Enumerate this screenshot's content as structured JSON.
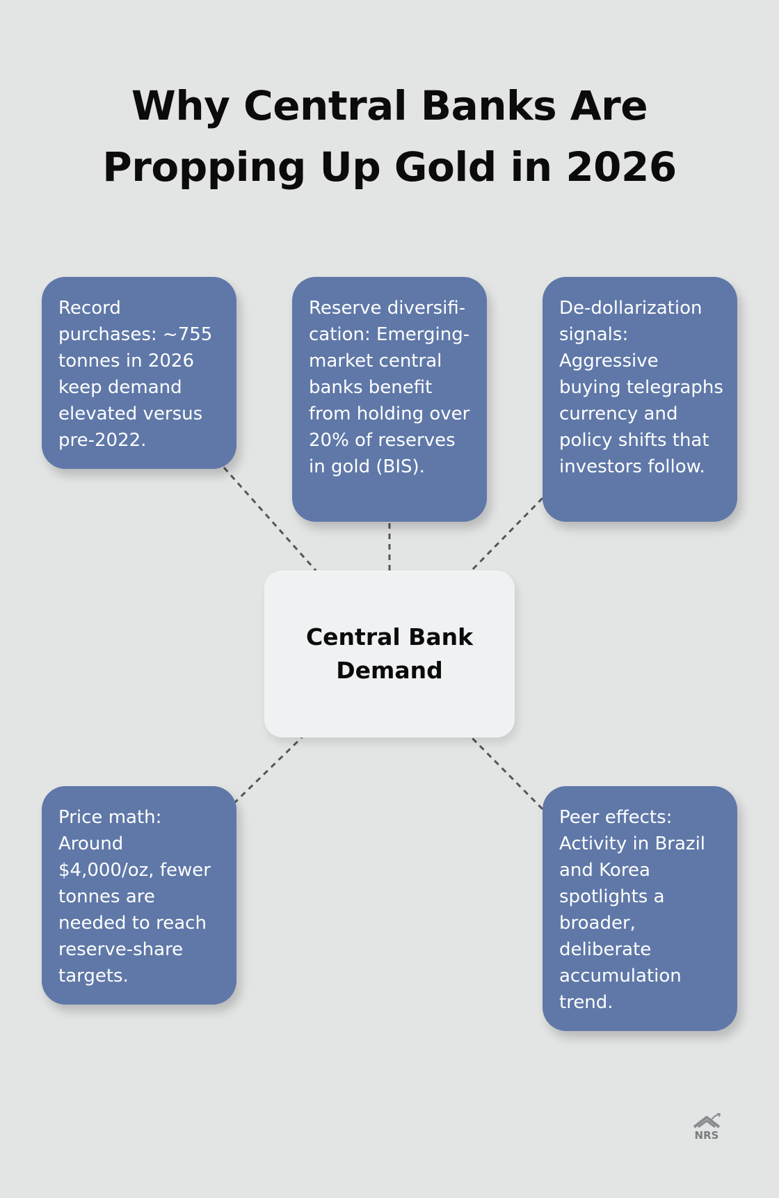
{
  "title": {
    "line1": "Why Central Banks Are",
    "line2": "Propping Up Gold in 2026"
  },
  "center": {
    "label": "Central Bank Demand"
  },
  "nodes": [
    {
      "id": "record-purchases",
      "text": "Record purchases: ~755 tonnes in 2026 keep demand elevated versus pre-2022."
    },
    {
      "id": "reserve-diversification",
      "text": "Reserve diversifi-cation: Emerging-market central banks benefit from holding over 20% of reserves in gold (BIS)."
    },
    {
      "id": "de-dollarization",
      "text": "De-dollarization signals: Aggressive buying telegraphs currency and policy shifts that investors follow."
    },
    {
      "id": "price-math",
      "text": "Price math: Around $4,000/oz, fewer tonnes are needed to reach reserve-share targets."
    },
    {
      "id": "peer-effects",
      "text": "Peer effects: Activity in Brazil and Korea spotlights a broader, deliberate accumulation trend."
    }
  ],
  "logo": {
    "text": "NRS",
    "icon": "house-chart-icon"
  },
  "colors": {
    "background": "#e3e4e4",
    "node_fill": "#5f78a8",
    "center_fill": "#f0f1f2",
    "connector": "#555555",
    "title": "#0b0b0b"
  }
}
